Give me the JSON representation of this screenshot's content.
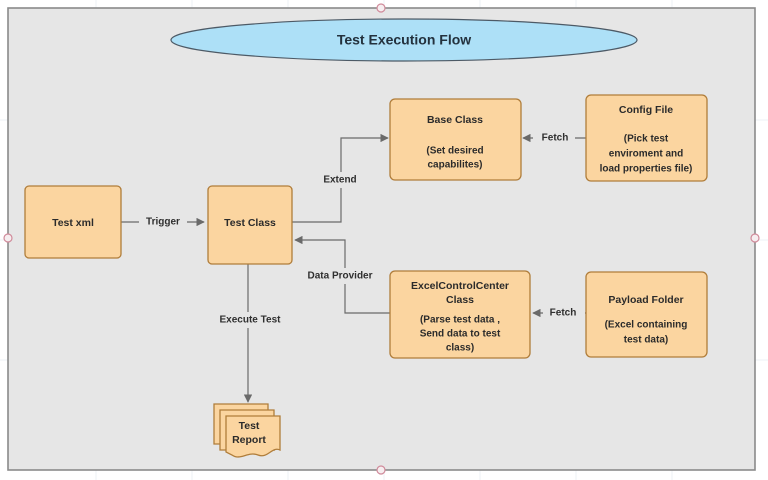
{
  "canvas": {
    "background_color": "#e6e6e6",
    "border_color": "#8a8a8a",
    "page_background": "#ffffff"
  },
  "title": {
    "text": "Test Execution Flow",
    "shape": "ellipse",
    "fill_color": "#ade0f7",
    "stroke_color": "#4d5a66"
  },
  "palette": {
    "node_fill": "#fbd5a0",
    "node_stroke": "#b07d3a",
    "edge_stroke": "#6a6a6a",
    "text_color": "#2b2b2b",
    "handle_stroke": "#d08a9a"
  },
  "nodes": [
    {
      "id": "test-xml",
      "shape": "rounded-rect",
      "title": "Test xml",
      "sub": []
    },
    {
      "id": "test-class",
      "shape": "rounded-rect",
      "title": "Test Class",
      "sub": []
    },
    {
      "id": "base-class",
      "shape": "rounded-rect",
      "title": "Base Class",
      "sub": [
        "(Set desired",
        "capabilites)"
      ]
    },
    {
      "id": "config-file",
      "shape": "rounded-rect",
      "title": "Config File",
      "sub": [
        "(Pick test",
        "enviroment and",
        "load properties file)"
      ]
    },
    {
      "id": "excel-control-center",
      "shape": "rounded-rect",
      "title_lines": [
        "ExcelControlCenter",
        "Class"
      ],
      "sub": [
        "(Parse test data ,",
        "Send data to test",
        "class)"
      ]
    },
    {
      "id": "payload-folder",
      "shape": "rounded-rect",
      "title": "Payload Folder",
      "sub": [
        "(Excel containing",
        "test data)"
      ]
    },
    {
      "id": "test-report",
      "shape": "multi-document",
      "title_lines": [
        "Test",
        "Report"
      ],
      "sub": []
    }
  ],
  "edges": [
    {
      "id": "trigger",
      "label": "Trigger",
      "from": "test-xml",
      "to": "test-class"
    },
    {
      "id": "extend",
      "label": "Extend",
      "from": "test-class",
      "to": "base-class"
    },
    {
      "id": "fetch-config",
      "label": "Fetch",
      "from": "config-file",
      "to": "base-class"
    },
    {
      "id": "data-provider",
      "label": "Data Provider",
      "from": "excel-control-center",
      "to": "test-class"
    },
    {
      "id": "fetch-payload",
      "label": "Fetch",
      "from": "payload-folder",
      "to": "excel-control-center"
    },
    {
      "id": "execute-test",
      "label": "Execute Test",
      "from": "test-class",
      "to": "test-report"
    }
  ],
  "labels": {
    "node_test_xml": "Test xml",
    "node_test_class": "Test Class",
    "node_base_class_title": "Base Class",
    "node_base_class_l1": "(Set desired",
    "node_base_class_l2": "capabilites)",
    "node_config_title": "Config File",
    "node_config_l1": "(Pick test",
    "node_config_l2": "enviroment and",
    "node_config_l3": "load properties file)",
    "node_excel_t1": "ExcelControlCenter",
    "node_excel_t2": "Class",
    "node_excel_l1": "(Parse test data ,",
    "node_excel_l2": "Send data to test",
    "node_excel_l3": "class)",
    "node_payload_title": "Payload Folder",
    "node_payload_l1": "(Excel containing",
    "node_payload_l2": "test data)",
    "node_report_t1": "Test",
    "node_report_t2": "Report",
    "edge_trigger": "Trigger",
    "edge_extend": "Extend",
    "edge_fetch_1": "Fetch",
    "edge_fetch_2": "Fetch",
    "edge_data_provider": "Data Provider",
    "edge_execute_test": "Execute Test",
    "title": "Test Execution Flow"
  }
}
